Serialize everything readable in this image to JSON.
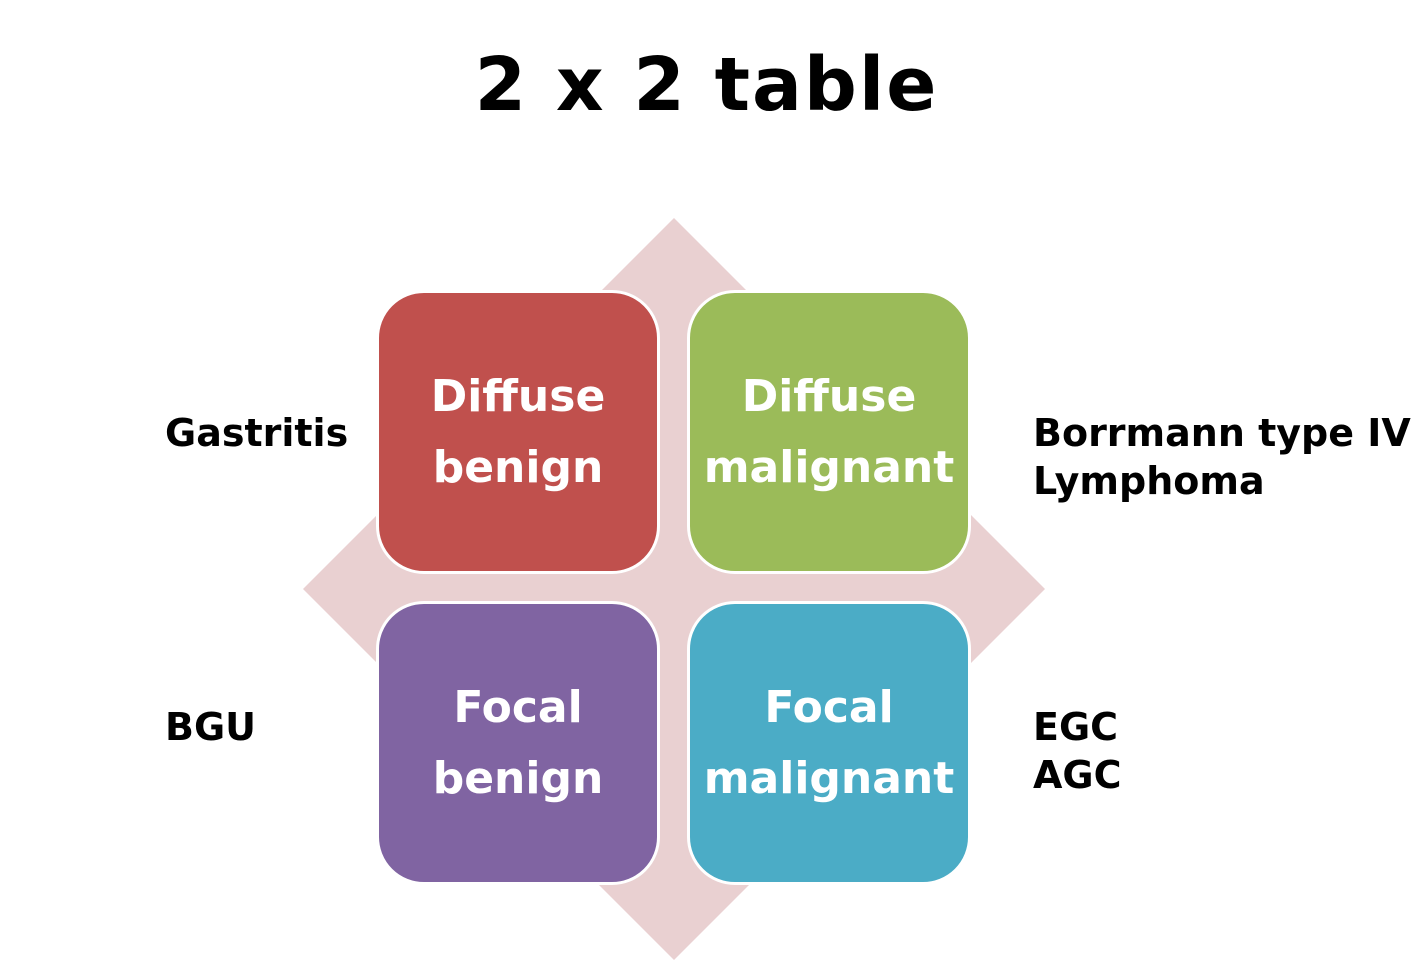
{
  "title": "2 x 2 table",
  "colors": {
    "diamond": "#e9d0d1",
    "diffuse_benign": "#c0504d",
    "diffuse_malignant": "#9bbb59",
    "focal_benign": "#8064a2",
    "focal_malignant": "#4bacc6",
    "border": "#ffffff",
    "text": "#000000"
  },
  "quadrants": [
    {
      "id": "diffuse-benign",
      "line1": "Diffuse",
      "line2": "benign"
    },
    {
      "id": "diffuse-malignant",
      "line1": "Diffuse",
      "line2": "malignant"
    },
    {
      "id": "focal-benign",
      "line1": "Focal",
      "line2": "benign"
    },
    {
      "id": "focal-malignant",
      "line1": "Focal",
      "line2": "malignant"
    }
  ],
  "side_labels": {
    "top_left": [
      "Gastritis"
    ],
    "top_right": [
      "Borrmann type IV",
      "Lymphoma"
    ],
    "bottom_left": [
      "BGU"
    ],
    "bottom_right": [
      "EGC",
      "AGC"
    ]
  }
}
